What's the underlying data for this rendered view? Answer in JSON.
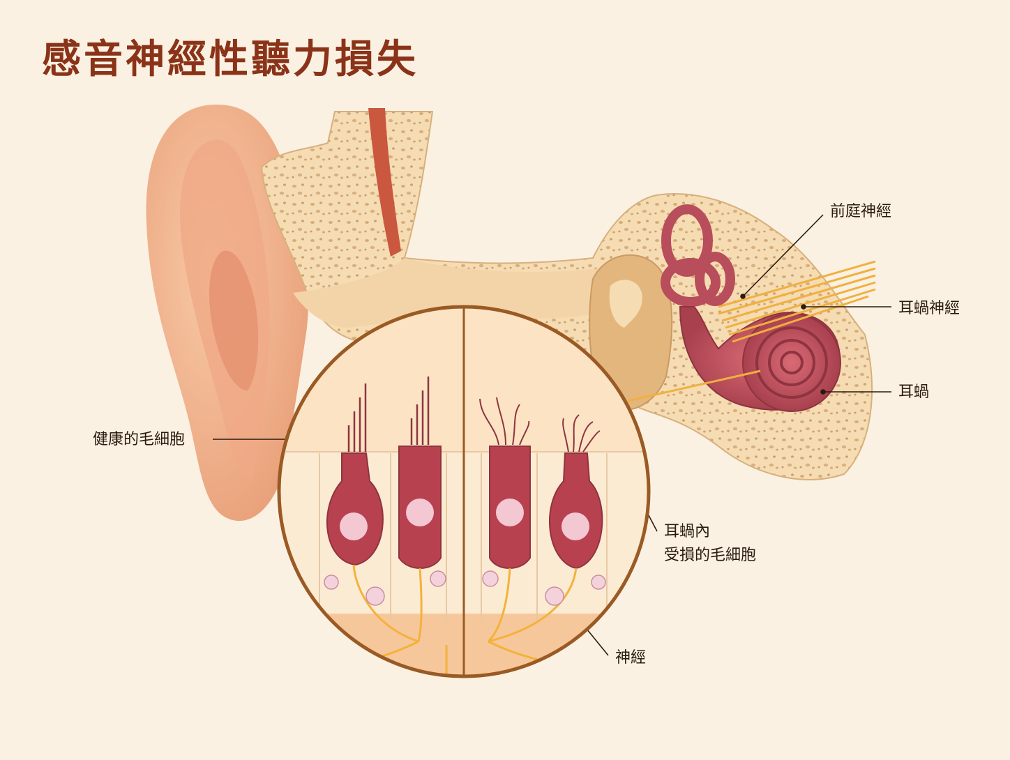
{
  "title": "感音神經性聽力損失",
  "labels": {
    "vestibular_nerve": "前庭神經",
    "cochlear_nerve": "耳蝸神經",
    "cochlea": "耳蝸",
    "healthy_hair_cells": "健康的毛細胞",
    "damaged_hair_cells_line1": "耳蝸內",
    "damaged_hair_cells_line2": "受損的毛細胞",
    "nerve": "神經"
  },
  "colors": {
    "background": "#fbf1e2",
    "title": "#8a3318",
    "skin": "#f2b48c",
    "bone": "#f3d5a8",
    "cochlea": "#c0545f",
    "hair_cell": "#b8414f",
    "nerve": "#f3b23c",
    "circle_border": "#9a5a24"
  }
}
